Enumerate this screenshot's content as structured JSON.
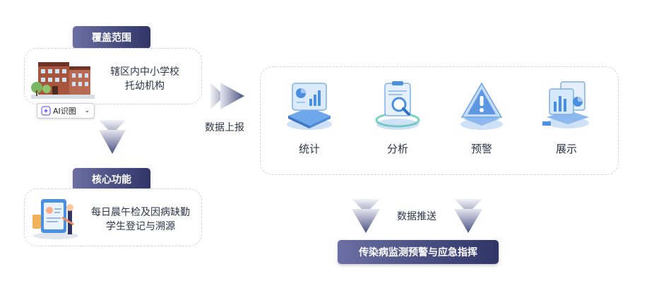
{
  "coverage": {
    "title": "覆盖范围",
    "text_line1": "辖区内中小学校",
    "text_line2": "托幼机构",
    "ai_tag": "AI识图"
  },
  "core": {
    "title": "核心功能",
    "text_line1": "每日晨午检及因病缺勤",
    "text_line2": "学生登记与溯源"
  },
  "flow": {
    "report_label": "数据上报",
    "push_label": "数据推送"
  },
  "features": [
    {
      "label": "统计",
      "icon": "statistics-icon"
    },
    {
      "label": "分析",
      "icon": "analysis-icon"
    },
    {
      "label": "预警",
      "icon": "warning-icon"
    },
    {
      "label": "展示",
      "icon": "display-icon"
    }
  ],
  "result": {
    "title": "传染病监测预警与应急指挥"
  },
  "colors": {
    "pill_start": "#6b6fa3",
    "pill_end": "#2f3566",
    "arrow": "#4a4f80",
    "icon_blue": "#4a8fe0"
  }
}
